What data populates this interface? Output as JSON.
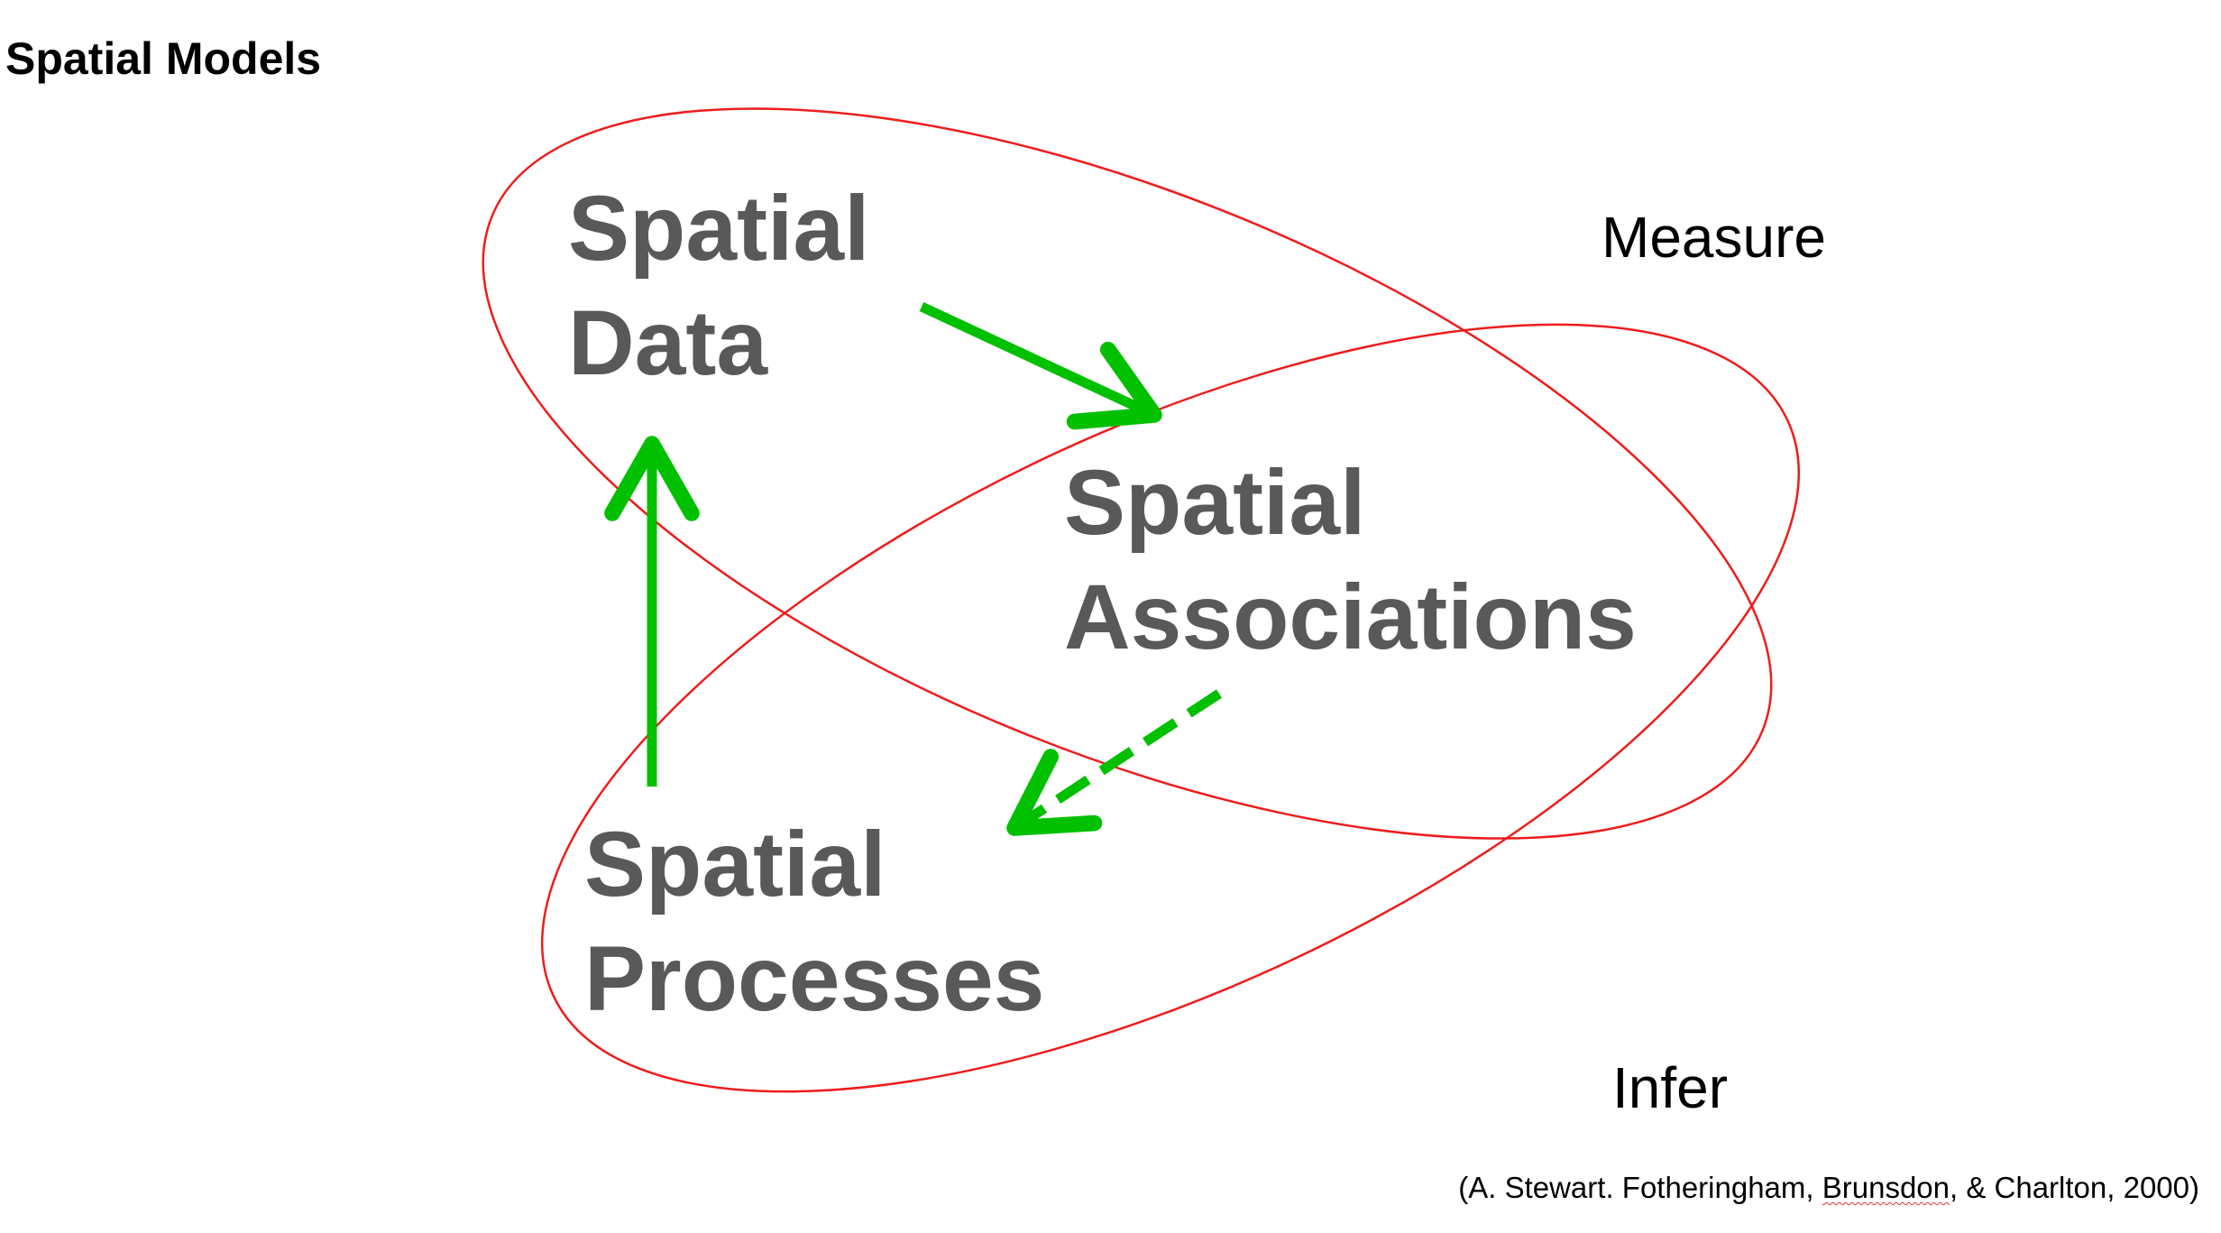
{
  "title": "Spatial Models",
  "nodes": {
    "spatial_data": {
      "line1": "Spatial",
      "line2": "Data"
    },
    "spatial_associations": {
      "line1": "Spatial",
      "line2": "Associations"
    },
    "spatial_processes": {
      "line1": "Spatial",
      "line2": "Processes"
    }
  },
  "regions": {
    "measure": "Measure",
    "infer": "Infer"
  },
  "citation": {
    "prefix": "(A. Stewart. Fotheringham, ",
    "underlined": "Brunsdon",
    "suffix": ", & Charlton, 2000)"
  },
  "colors": {
    "ellipse": "#ee1c1c",
    "arrow": "#00c000",
    "node_text": "#595959"
  }
}
